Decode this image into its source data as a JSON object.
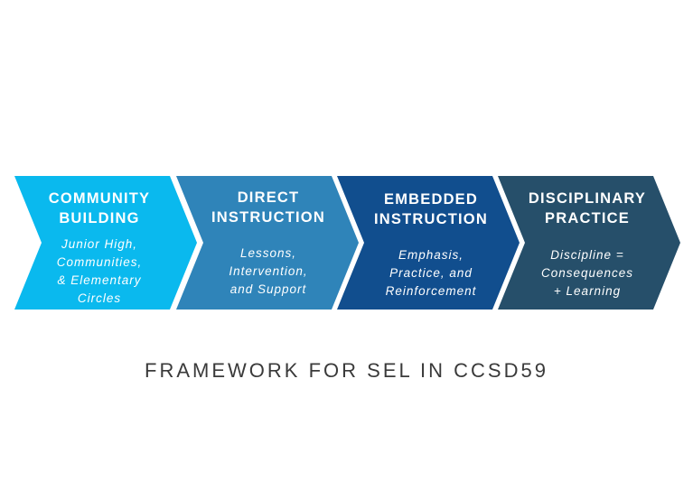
{
  "steps": [
    {
      "title": "COMMUNITY\nBUILDING",
      "subtitle": "Junior High,\nCommunities,\n& Elementary\nCircles",
      "color": "#0ab9ee"
    },
    {
      "title": "DIRECT\nINSTRUCTION",
      "subtitle": "Lessons,\nIntervention,\nand Support",
      "color": "#2f84b9"
    },
    {
      "title": "EMBEDDED\nINSTRUCTION",
      "subtitle": "Emphasis,\nPractice, and\nReinforcement",
      "color": "#114e8e"
    },
    {
      "title": "DISCIPLINARY\nPRACTICE",
      "subtitle": "Discipline =\nConsequences\n+ Learning",
      "color": "#264f6a"
    }
  ],
  "caption": "FRAMEWORK FOR SEL IN CCSD59"
}
